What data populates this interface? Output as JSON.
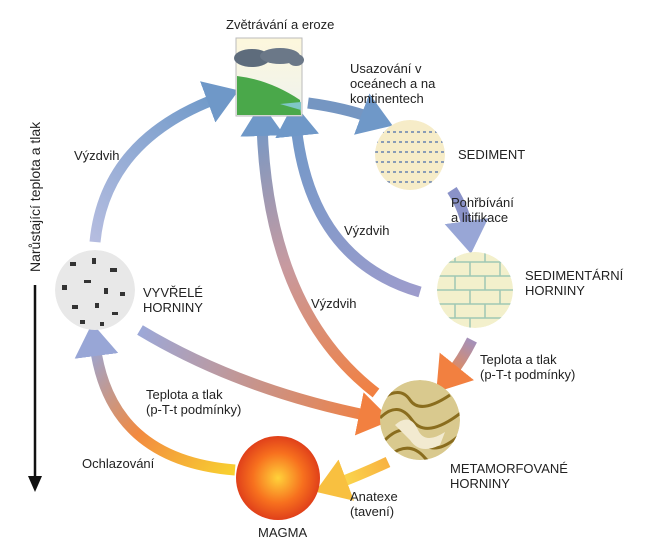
{
  "title_weathering": "Zvětrávání a eroze",
  "deposition": [
    "Usazování v",
    "oceánech a na",
    "kontinentech"
  ],
  "sediment": "SEDIMENT",
  "burial": [
    "Pohřbívání",
    "a litifikace"
  ],
  "sedimentary": [
    "SEDIMENTÁRNÍ",
    "HORNINY"
  ],
  "pt_right": [
    "Teplota a tlak",
    "(p-T-t podmínky)"
  ],
  "metamorphic": [
    "METAMORFOVANÉ",
    "HORNINY"
  ],
  "anatexis": [
    "Anatexe",
    "(tavení)"
  ],
  "magma": "MAGMA",
  "cooling": "Ochlazování",
  "pt_left": [
    "Teplota a tlak",
    "(p-T-t podmínky)"
  ],
  "igneous": [
    "VYVŘELÉ",
    "HORNINY"
  ],
  "uplift_left": "Výzdvih",
  "uplift_mid": "Výzdvih",
  "uplift_center": "Výzdvih",
  "axis_label": "Narůstající teplota a tlak",
  "colors": {
    "blue": "#7f9fc8",
    "orange": "#f08a4a",
    "yellow": "#f7d04a",
    "purple": "#8a86c0"
  }
}
